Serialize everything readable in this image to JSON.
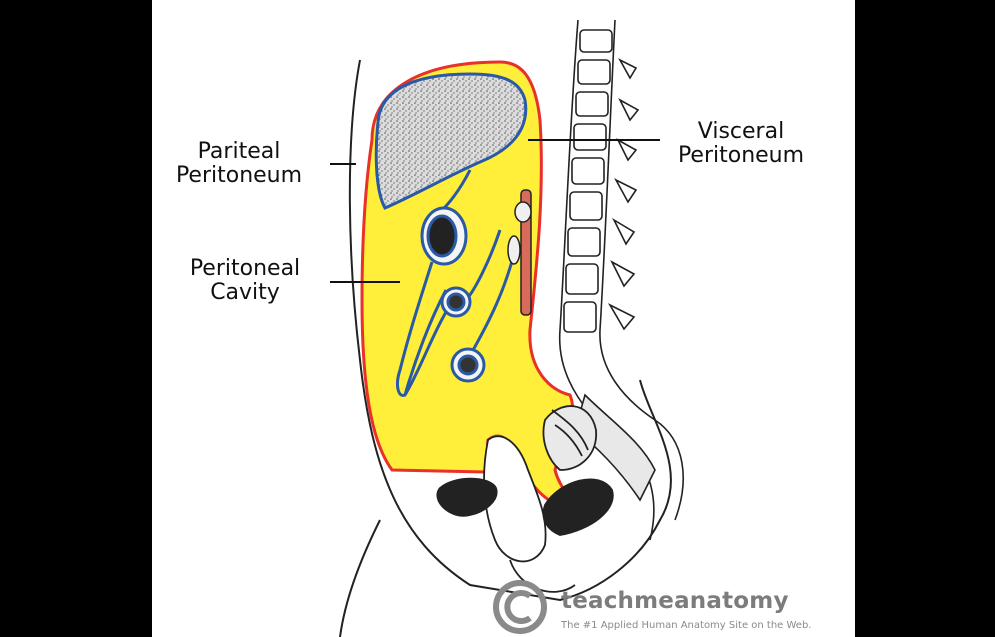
{
  "labels": {
    "pariteal_line1": "Pariteal",
    "pariteal_line2": "Peritoneum",
    "visceral_line1": "Visceral",
    "visceral_line2": "Peritoneum",
    "cavity_line1": "Peritoneal",
    "cavity_line2": "Cavity"
  },
  "watermark": {
    "title": "teachmeanatomy",
    "subtitle": "The #1 Applied Human Anatomy Site on the Web.",
    "symbol": "©"
  },
  "colors": {
    "cavity_fill": "#ffee3a",
    "parietal_line": "#e8312a",
    "visceral_line": "#2a5aa6",
    "outline": "#222222",
    "background": "#000000",
    "panel": "#ffffff"
  }
}
